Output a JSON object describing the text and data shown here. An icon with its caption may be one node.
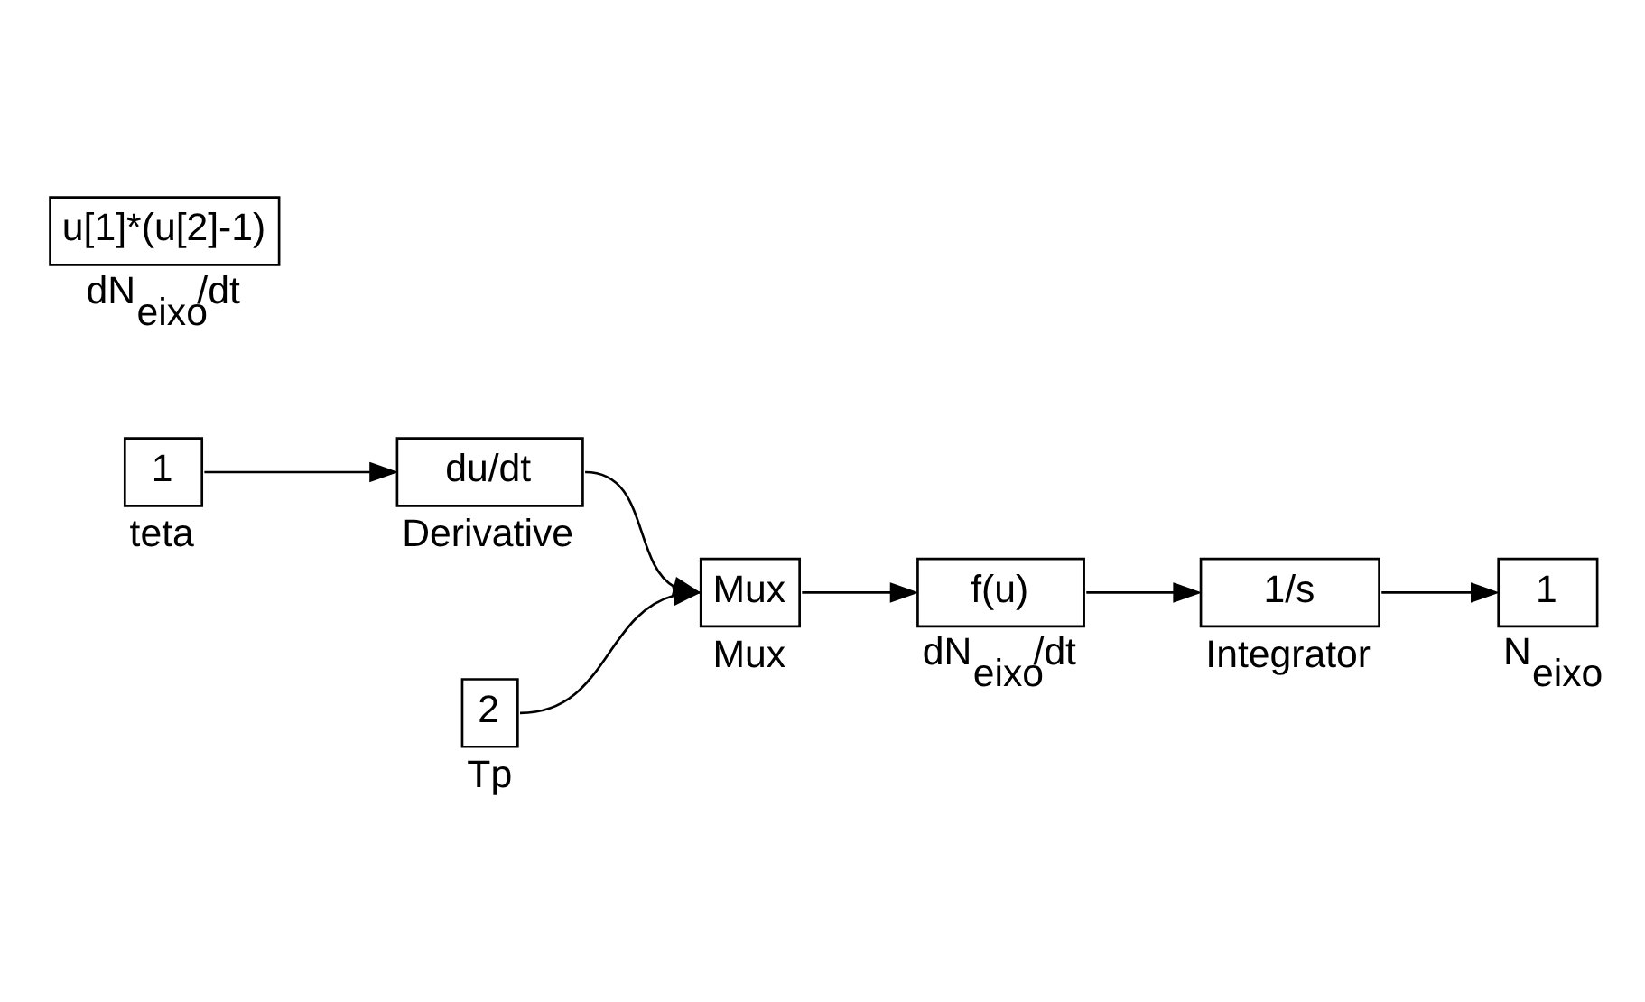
{
  "diagram": {
    "nodes": [
      {
        "text": [
          "1"
        ],
        "beside": [
          "teta"
        ]
      },
      {
        "text": [
          "du/dt"
        ],
        "beside": [
          "Derivative"
        ]
      },
      {
        "text": [
          "2"
        ],
        "beside": [
          "Tp"
        ]
      },
      {
        "text": [
          "Mux"
        ],
        "beside": [
          "Mux"
        ]
      },
      {
        "text": [
          "f(u)"
        ],
        "beside": [
          "dN$_{eixo}$/dt"
        ]
      },
      {
        "text": [
          "1/s"
        ],
        "beside": [
          "Integrator"
        ]
      },
      {
        "text": [
          "1"
        ],
        "beside": [
          "N$_{eixo}$"
        ]
      },
      {
        "text": [
          "u[1]*(u[2]-1)"
        ],
        "beside": [
          "dN$_{eixo}$/dt"
        ]
      }
    ],
    "edges": [
      {
        "from": 0,
        "to": 1,
        "arrow": "to"
      },
      {
        "from": 1,
        "to": 3,
        "arrow": "to"
      },
      {
        "from": 2,
        "to": 3,
        "arrow": "to"
      },
      {
        "from": 3,
        "to": 4,
        "arrow": "to"
      },
      {
        "from": 4,
        "to": 5,
        "arrow": "to"
      },
      {
        "from": 5,
        "to": 6,
        "arrow": "to"
      }
    ]
  }
}
